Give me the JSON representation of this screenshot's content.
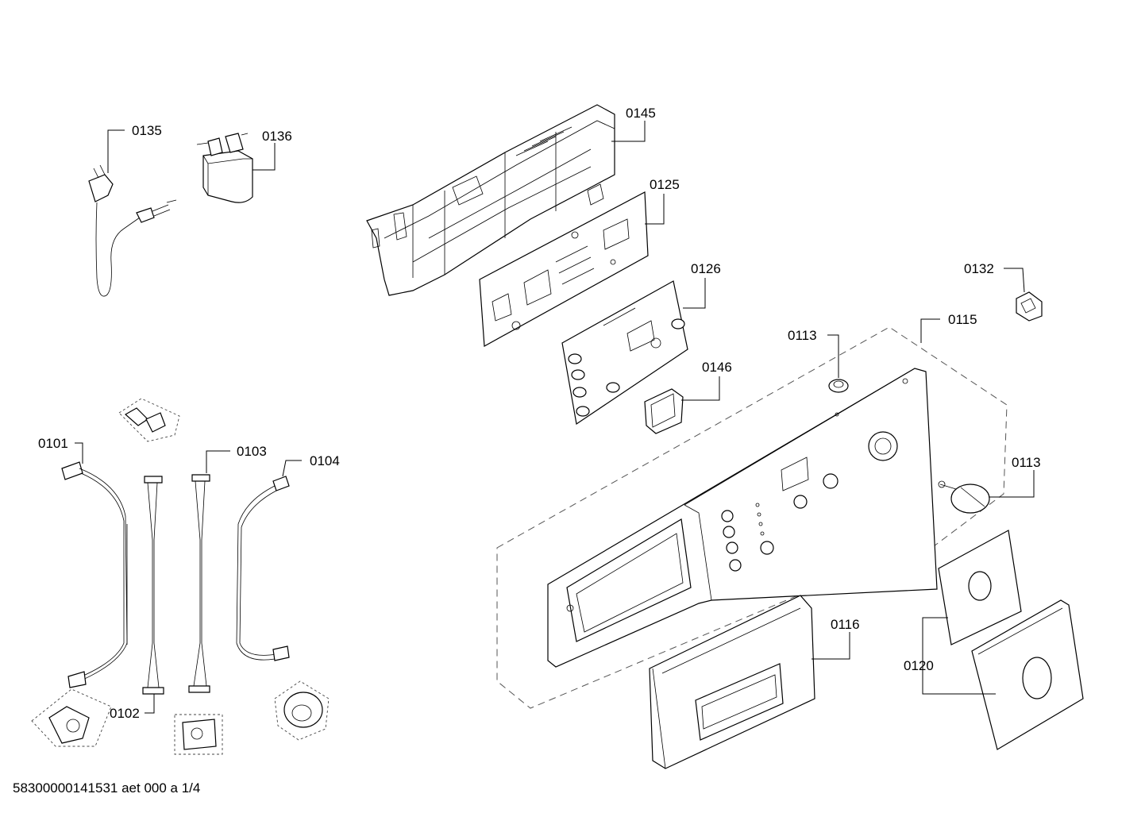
{
  "diagram": {
    "labels": {
      "p0135": "0135",
      "p0136": "0136",
      "p0145": "0145",
      "p0125": "0125",
      "p0126": "0126",
      "p0132": "0132",
      "p0113a": "0113",
      "p0115": "0115",
      "p0146": "0146",
      "p0113b": "0113",
      "p0101": "0101",
      "p0103": "0103",
      "p0104": "0104",
      "p0102": "0102",
      "p0116": "0116",
      "p0120": "0120"
    },
    "footer": "58300000141531 aet 000 a 1/4"
  }
}
